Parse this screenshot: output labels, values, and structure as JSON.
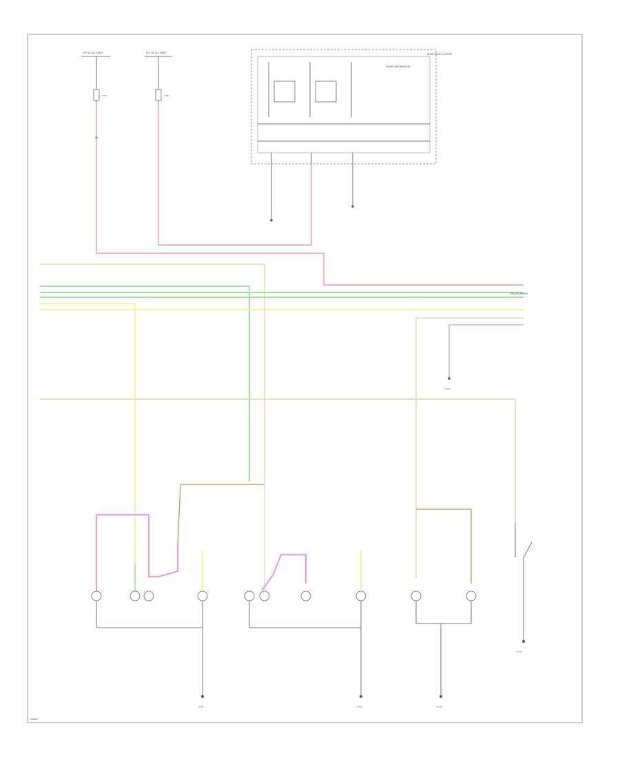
{
  "wire_colors": {
    "red": "#f49a9a",
    "green": "#7ed67e",
    "yellow": "#f2f27a",
    "tan": "#e8d6a8",
    "brown": "#c8a064",
    "pink": "#f07af0",
    "black": "#666666",
    "gray": "#9a9a9a"
  },
  "labels": {
    "hot_left": "HOT AT ALL TIMES",
    "hot_right": "HOT AT ALL TIMES",
    "fuse_left": "FUSE",
    "fuse_right": "FUSE",
    "module_title": "INSTRUMENT CLUSTER",
    "module_sub": "DRIVER INFORMATION",
    "trailer_block": "TRAILER WIRING",
    "ground_1": "G101",
    "ground_2": "G102",
    "ground_3": "G103",
    "ground_4": "G104",
    "ground_5": "G105",
    "footer": "WIRING"
  }
}
